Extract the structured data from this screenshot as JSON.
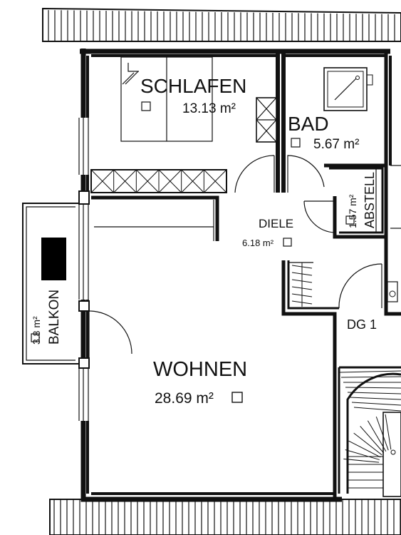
{
  "rooms": {
    "schlafen": {
      "name": "SCHLAFEN",
      "area": "13.13 m²"
    },
    "bad": {
      "name": "BAD",
      "area": "5.67 m²"
    },
    "abstell": {
      "name": "ABSTELL",
      "area": "1.57 m²"
    },
    "diele": {
      "name": "DIELE",
      "area": "6.18 m²"
    },
    "wohnen": {
      "name": "WOHNEN",
      "area": "28.69 m²"
    },
    "balkon": {
      "name": "BALKON",
      "area": "3.8 m²"
    },
    "dg1": {
      "name": "DG 1"
    }
  },
  "colors": {
    "line": "#111111",
    "background": "#ffffff",
    "redaction": "#000000"
  }
}
